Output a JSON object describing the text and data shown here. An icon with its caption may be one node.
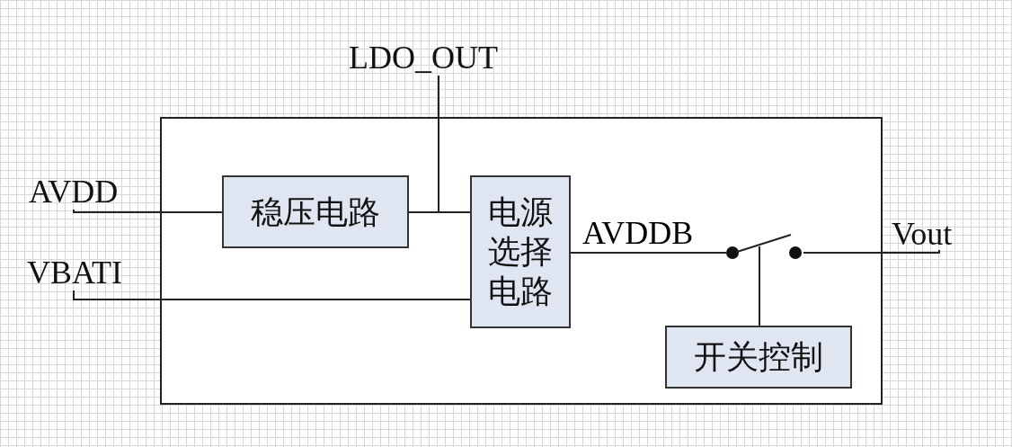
{
  "diagram": {
    "nodes": [
      {
        "text": [],
        "shape": "box"
      },
      {
        "text": [
          "稳压电路"
        ],
        "in": 0
      },
      {
        "text": [
          "电源选择电路"
        ],
        "in": 0
      },
      {
        "text": [
          "开关控制"
        ],
        "in": 0
      },
      {
        "text": [
          "AVDD"
        ]
      },
      {
        "text": [
          "VBATI"
        ]
      },
      {
        "text": [
          "LDO_OUT"
        ]
      },
      {
        "text": [
          "Vout"
        ]
      },
      {
        "text": [],
        "shape": "switch",
        "in": 0
      }
    ],
    "edges": [
      {
        "from": 4,
        "to": 1,
        "arrow": "none"
      },
      {
        "from": 1,
        "to": 2,
        "arrow": "none"
      },
      {
        "from": 1,
        "to": 6,
        "arrow": "none"
      },
      {
        "from": 5,
        "to": 2,
        "arrow": "none"
      },
      {
        "from": 2,
        "to": 8,
        "label": "AVDDB",
        "arrow": "none"
      },
      {
        "from": 8,
        "to": 7,
        "arrow": "none"
      },
      {
        "from": 3,
        "to": 8,
        "arrow": "none"
      }
    ]
  }
}
